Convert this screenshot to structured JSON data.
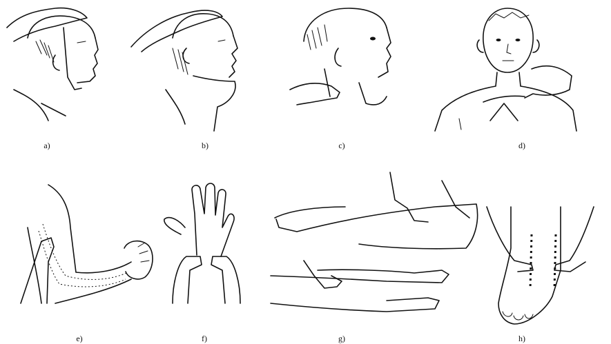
{
  "panels": [
    {
      "id": "a",
      "label": "a)"
    },
    {
      "id": "b",
      "label": "b)"
    },
    {
      "id": "c",
      "label": "c)"
    },
    {
      "id": "d",
      "label": "d)"
    },
    {
      "id": "e",
      "label": "e)"
    },
    {
      "id": "f",
      "label": "f)"
    },
    {
      "id": "g",
      "label": "g)"
    },
    {
      "id": "h",
      "label": "h)"
    }
  ]
}
